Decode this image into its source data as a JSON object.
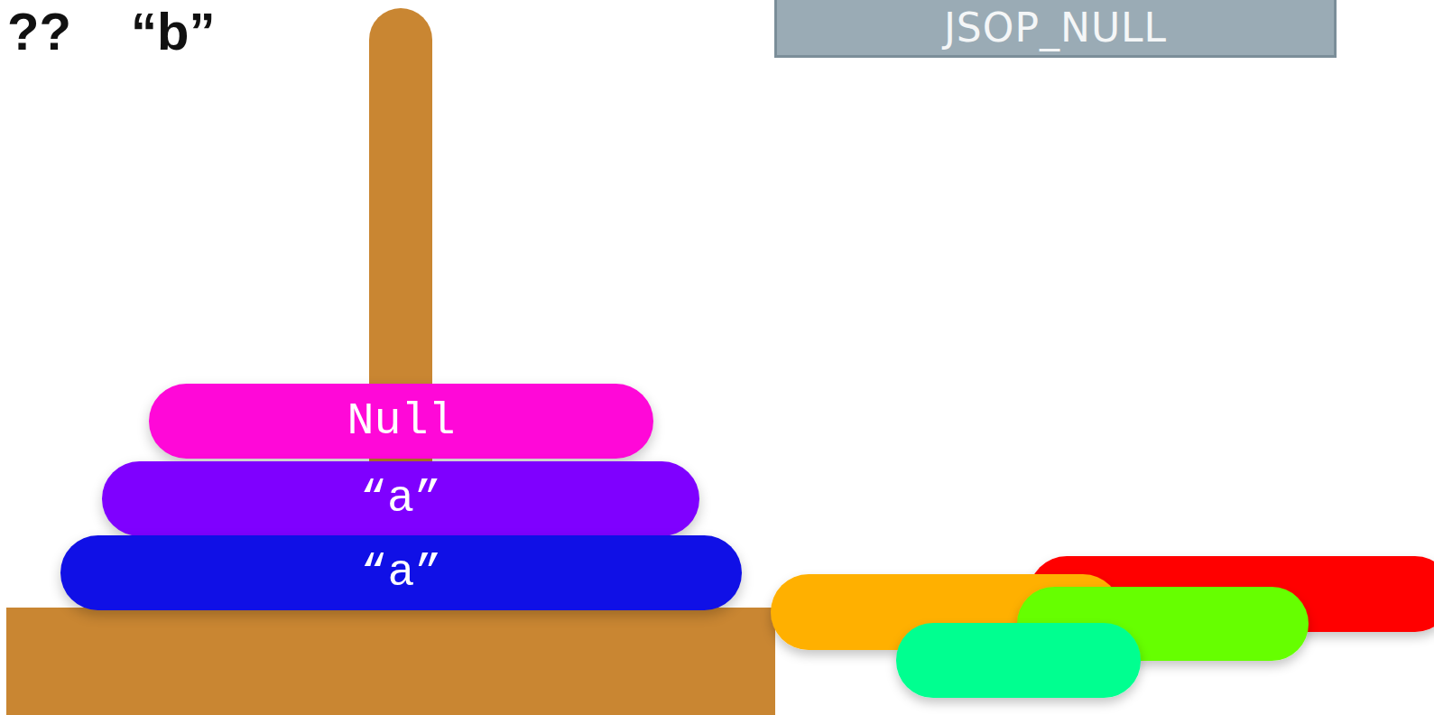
{
  "diagram": {
    "nodes": [
      {
        "text": [
          "JSOP_NULL"
        ]
      },
      {
        "text": [
          "Null"
        ]
      },
      {
        "text": [
          "“a”"
        ]
      },
      {
        "text": [
          "“a”"
        ]
      }
    ],
    "labels": [
      "??",
      "“b”"
    ]
  }
}
